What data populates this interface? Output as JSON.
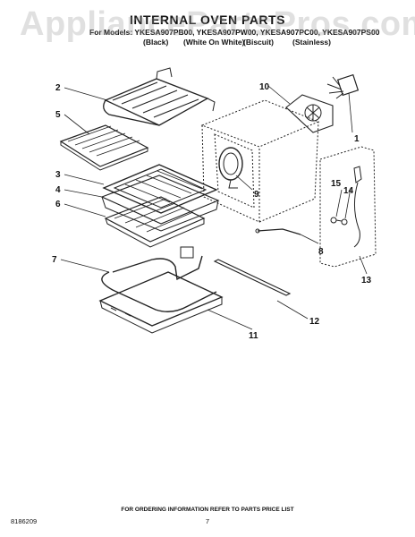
{
  "watermark": "AppliancePartsPros.com",
  "header": {
    "title": "INTERNAL OVEN PARTS",
    "models": "For Models: YKESA907PB00, YKESA907PW00, YKESA907PC00, YKESA907PS00",
    "colors": [
      "(Black)",
      "(White On White)",
      "(Biscuit)",
      "(Stainless)"
    ]
  },
  "callouts": [
    {
      "num": "1"
    },
    {
      "num": "2"
    },
    {
      "num": "3"
    },
    {
      "num": "4"
    },
    {
      "num": "5"
    },
    {
      "num": "6"
    },
    {
      "num": "7"
    },
    {
      "num": "8"
    },
    {
      "num": "9"
    },
    {
      "num": "10"
    },
    {
      "num": "11"
    },
    {
      "num": "12"
    },
    {
      "num": "13"
    },
    {
      "num": "14"
    },
    {
      "num": "15"
    }
  ],
  "footer": {
    "ordering_info": "FOR ORDERING INFORMATION REFER TO PARTS PRICE LIST",
    "doc_number": "8186209",
    "page_number": "7"
  }
}
